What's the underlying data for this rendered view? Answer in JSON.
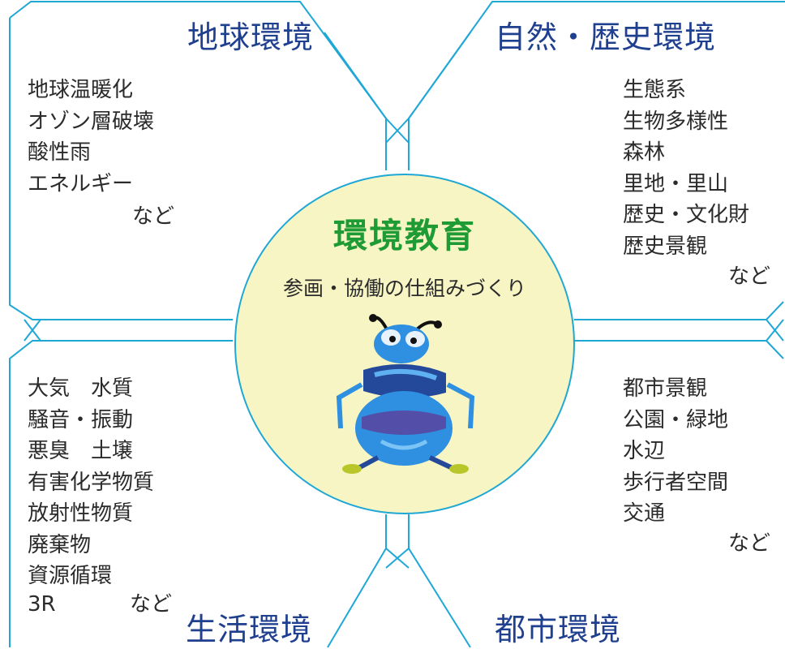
{
  "center": {
    "title": "環境教育",
    "subtitle": "参画・協働の仕組みづくり"
  },
  "quadrants": {
    "global": {
      "title": "地球環境",
      "items": [
        "地球温暖化",
        "オゾン層破壊",
        "酸性雨",
        "エネルギー"
      ],
      "suffix": "など"
    },
    "nature": {
      "title": "自然・歴史環境",
      "items": [
        "生態系",
        "生物多様性",
        "森林",
        "里地・里山",
        "歴史・文化財",
        "歴史景観"
      ],
      "suffix": "など"
    },
    "living": {
      "title": "生活環境",
      "items": [
        "大気　水質",
        "騒音・振動",
        "悪臭　土壌",
        "有害化学物質",
        "放射性物質",
        "廃棄物",
        "資源循環"
      ],
      "last_item": "3R",
      "suffix": "など"
    },
    "urban": {
      "title": "都市環境",
      "items": [
        "都市景観",
        "公園・緑地",
        "水辺",
        "歩行者空間",
        "交通"
      ],
      "suffix": "など"
    }
  },
  "mascot": {
    "icon": "beetle-mascot-icon"
  },
  "colors": {
    "line": "#1fa7d6",
    "title_text": "#1f3f8f",
    "center_title": "#1e9b34",
    "center_fill": "#f7f5c3",
    "mascot_blue": "#2f8fe0",
    "mascot_dark": "#24489a"
  }
}
